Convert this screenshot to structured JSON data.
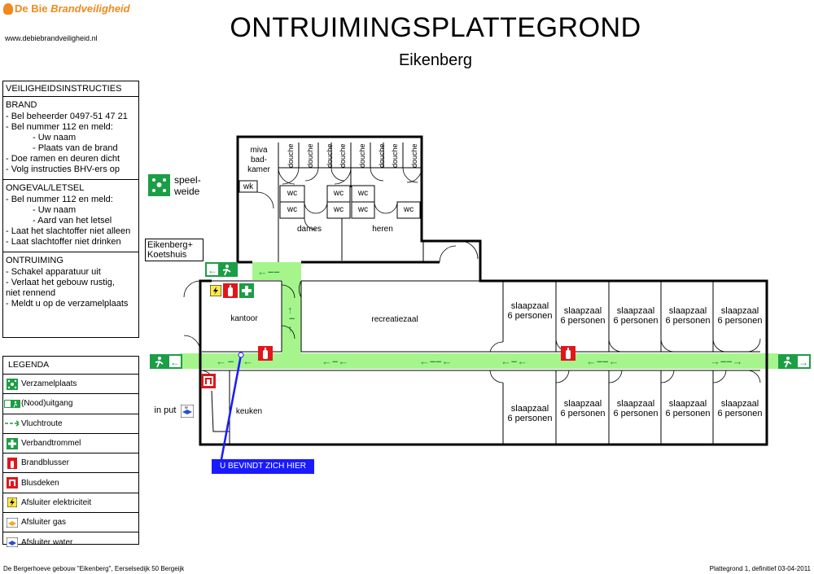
{
  "header": {
    "brand_part1": "De Bie",
    "brand_part2": "Brandveiligheid",
    "url": "www.debiebrandveiligheid.nl",
    "title": "ONTRUIMINGSPLATTEGROND",
    "subtitle": "Eikenberg"
  },
  "instructions": {
    "heading": "VEILIGHEIDSINSTRUCTIES",
    "sections": [
      {
        "title": "BRAND",
        "lines": [
          {
            "text": "- Bel beheerder 0497-51 47 21",
            "indent": false
          },
          {
            "text": "- Bel nummer 112 en meld:",
            "indent": false
          },
          {
            "text": "- Uw naam",
            "indent": true
          },
          {
            "text": "- Plaats van de brand",
            "indent": true
          },
          {
            "text": "- Doe ramen en deuren dicht",
            "indent": false
          },
          {
            "text": "- Volg instructies BHV-ers op",
            "indent": false
          }
        ]
      },
      {
        "title": "ONGEVAL/LETSEL",
        "lines": [
          {
            "text": "- Bel nummer 112 en meld:",
            "indent": false
          },
          {
            "text": "- Uw naam",
            "indent": true
          },
          {
            "text": "- Aard van het letsel",
            "indent": true
          },
          {
            "text": "- Laat het slachtoffer niet alleen",
            "indent": false
          },
          {
            "text": "- Laat slachtoffer niet drinken",
            "indent": false
          }
        ]
      },
      {
        "title": "ONTRUIMING",
        "lines": [
          {
            "text": "- Schakel apparatuur uit",
            "indent": false
          },
          {
            "text": "- Verlaat het gebouw rustig,",
            "indent": false
          },
          {
            "text": "  niet rennend",
            "indent": false
          },
          {
            "text": "- Meldt u op de verzamelplaats",
            "indent": false
          }
        ]
      }
    ]
  },
  "legend": {
    "heading": "LEGENDA",
    "items": [
      {
        "label": "Verzamelplaats",
        "icon": "assembly-point-icon"
      },
      {
        "label": "(Nood)uitgang",
        "icon": "emergency-exit-icon"
      },
      {
        "label": "Vluchtroute",
        "icon": "escape-route-icon"
      },
      {
        "label": "Verbandtrommel",
        "icon": "first-aid-icon"
      },
      {
        "label": "Brandblusser",
        "icon": "fire-extinguisher-icon"
      },
      {
        "label": "Blusdeken",
        "icon": "fire-blanket-icon"
      },
      {
        "label": "Afsluiter elektriciteit",
        "icon": "electricity-shutoff-icon"
      },
      {
        "label": "Afsluiter gas",
        "icon": "gas-shutoff-icon"
      },
      {
        "label": "Afsluiter water",
        "icon": "water-shutoff-icon"
      }
    ]
  },
  "plan": {
    "speelweide": [
      "speel-",
      "weide"
    ],
    "eikenberg_box": [
      "Eikenberg+",
      "Koetshuis"
    ],
    "miva": [
      "miva",
      "bad-",
      "kamer"
    ],
    "wk": "wk",
    "douche": "douche",
    "wc": "wc",
    "dames": "dames",
    "heren": "heren",
    "kantoor": "kantoor",
    "recreatiezaal": "recreatiezaal",
    "keuken": "keuken",
    "in_put": "in put",
    "slaapzaal": [
      "slaapzaal",
      "6 personen"
    ],
    "you_are_here": "U BEVINDT ZICH HIER"
  },
  "colors": {
    "route": "#a6f58c",
    "arrow": "#1f9a3c",
    "sign_green": "#1b9e45",
    "red": "#e0161b",
    "here_blue": "#1a1aff",
    "brand_orange": "#f08a1c"
  },
  "footer": {
    "left": "De Bergerhoeve gebouw \"Eikenberg\", Eerselsedijk 50 Bergeijk",
    "right": "Plattegrond 1, definitief 03-04-2011"
  }
}
